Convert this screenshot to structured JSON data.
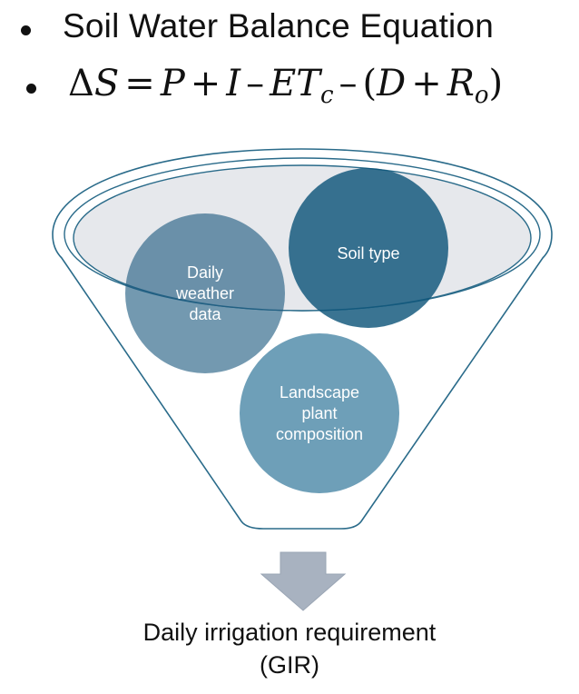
{
  "bullets": {
    "title": "Soil Water Balance Equation",
    "equation": {
      "delta": "Δ",
      "lhs": "S",
      "equals": "=",
      "p": "P",
      "plus1": "+",
      "i": "I",
      "minus1": "–",
      "et": "ET",
      "et_sub": "c",
      "minus2": "–",
      "open": "(",
      "d": "D",
      "plus2": "+",
      "r": "R",
      "r_sub": "o",
      "close": ")"
    }
  },
  "funnel": {
    "inputs": [
      {
        "label_lines": [
          "Daily",
          "weather",
          "data"
        ],
        "color": "#1d5a80"
      },
      {
        "label_lines": [
          "Soil type"
        ],
        "color": "#0f567a"
      },
      {
        "label_lines": [
          "Landscape",
          "plant",
          "composition"
        ],
        "color": "#6e9fb8"
      }
    ],
    "funnel_fill": "#ffffff",
    "funnel_stroke": "#2a6b8a",
    "rim_fill": "#e6e8ec"
  },
  "arrow": {
    "icon": "down-arrow-icon",
    "color": "#a8b2c0"
  },
  "output": {
    "line1": "Daily irrigation requirement",
    "line2": "(GIR)"
  }
}
